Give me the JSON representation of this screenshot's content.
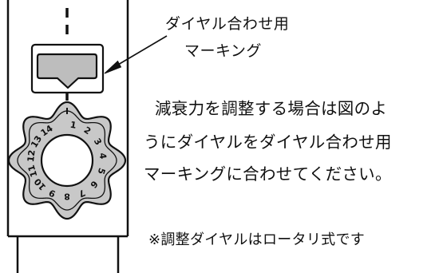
{
  "callout": {
    "line1": "ダイヤル合わせ用",
    "line2": "マーキング"
  },
  "instruction": {
    "lines": [
      "減衰力を調整する場合は図のよ",
      "うにダイヤルをダイヤル合わせ用",
      "マーキングに合わせてください。"
    ]
  },
  "note": "※調整ダイヤルはロータリ式です",
  "dial": {
    "numbers": [
      "1",
      "2",
      "3",
      "4",
      "5",
      "6",
      "7",
      "8",
      "9",
      "10",
      "11",
      "12",
      "13",
      "14"
    ]
  },
  "colors": {
    "outline": "#111111",
    "dial_fill": "#c8c8c8",
    "marker_fill": "#bdbdbd",
    "background": "#ffffff"
  }
}
